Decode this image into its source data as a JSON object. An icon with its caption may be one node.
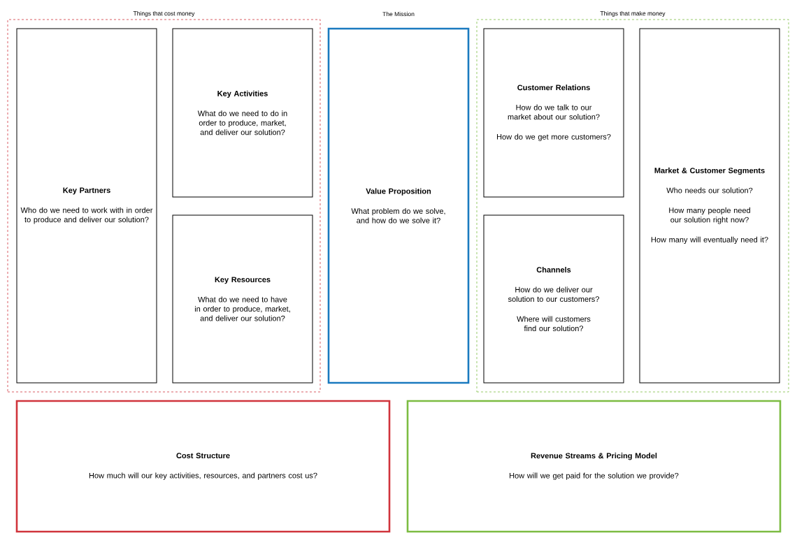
{
  "diagram": {
    "nodes": [
      {
        "text": [
          "Things that cost money"
        ]
      },
      {
        "text": [
          "Key Partners",
          "Who do we need to work with in order to produce and deliver our solution?"
        ],
        "in": 0
      },
      {
        "text": [
          "Key Activities",
          "What do we need to do in order to produce, market, and deliver our solution?"
        ],
        "in": 0
      },
      {
        "text": [
          "Key Resources",
          "What do we need to have in order to produce, market, and deliver our solution?"
        ],
        "in": 0
      },
      {
        "text": [
          "The Mission",
          "Value Proposition",
          "What problem do we solve, and how do we solve it?"
        ]
      },
      {
        "text": [
          "Things that make money"
        ]
      },
      {
        "text": [
          "Customer Relations",
          "How do we talk to our market about our solution?",
          "How do we get more customers?"
        ],
        "in": 5
      },
      {
        "text": [
          "Channels",
          "How do we deliver our solution to our customers?",
          "Where will customers find our solution?"
        ],
        "in": 5
      },
      {
        "text": [
          "Market & Customer Segments",
          "Who needs our solution?",
          "How many people need our solution right now?",
          "How many will eventually need it?"
        ],
        "in": 5
      },
      {
        "text": [
          "Cost Structure",
          "How much will our key activities, resources, and partners cost us?"
        ]
      },
      {
        "text": [
          "Revenue Streams & Pricing Model",
          "How will we get paid for the solution we provide?"
        ]
      }
    ]
  }
}
